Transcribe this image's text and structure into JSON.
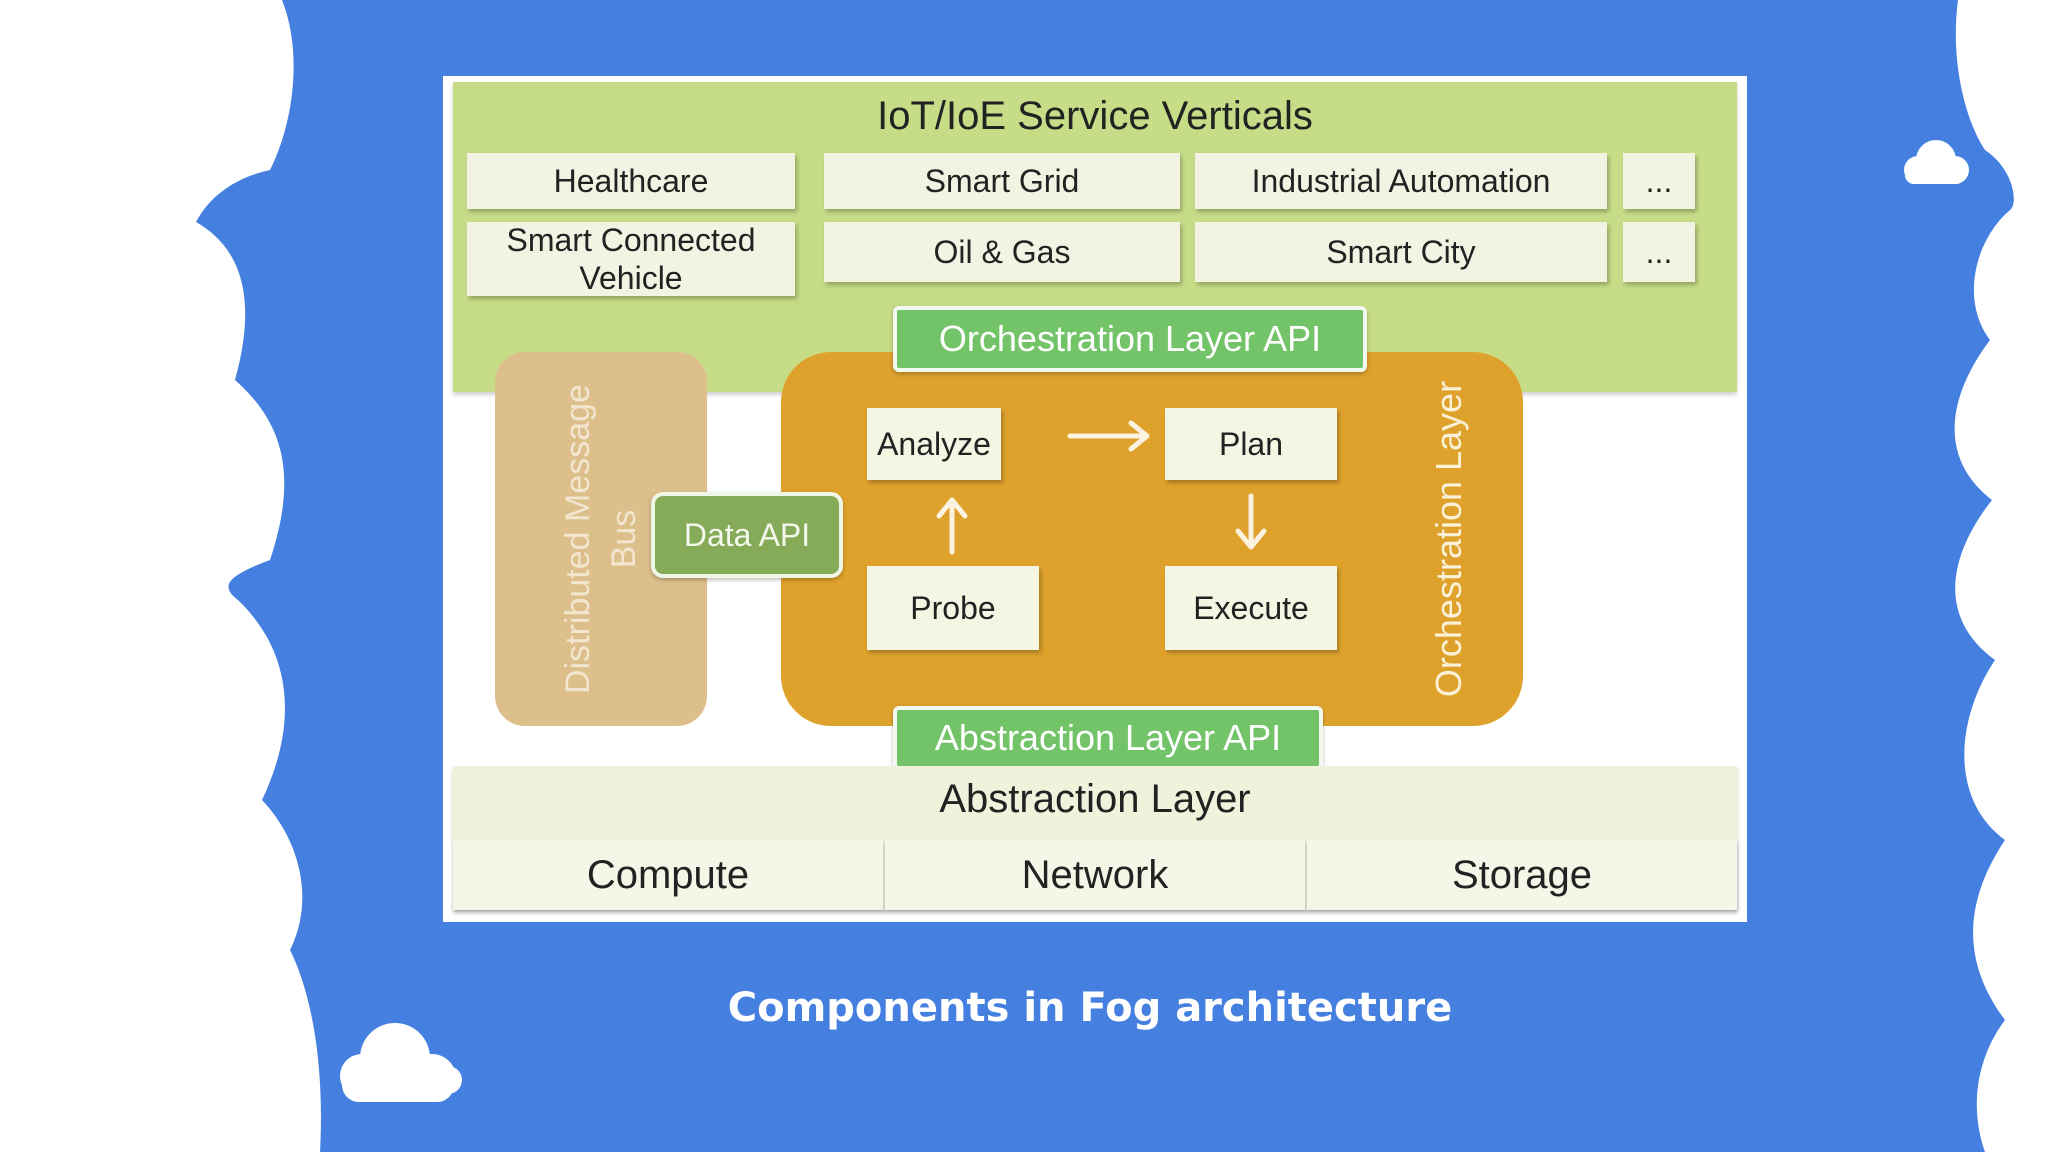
{
  "colors": {
    "background": "#4580e0",
    "cloud": "#ffffff",
    "verticals_panel": "#c6dc86",
    "cell": "#f3f3e3",
    "message_bus": "#ddbf8c",
    "orchestration": "#dea22c",
    "api_badge": "#73c469",
    "data_api": "#86ab58",
    "abstraction_layer": "#f1f2dc"
  },
  "diagram": {
    "verticals": {
      "title": "IoT/IoE Service Verticals",
      "row1": [
        "Healthcare",
        "Smart Grid",
        "Industrial Automation",
        "..."
      ],
      "row2": [
        "Smart Connected Vehicle",
        "Oil & Gas",
        "Smart City",
        "..."
      ]
    },
    "orchestration_api": "Orchestration Layer API",
    "message_bus": "Distributed Message Bus",
    "data_api": "Data API",
    "orchestration": {
      "label": "Orchestration Layer",
      "steps": {
        "analyze": "Analyze",
        "plan": "Plan",
        "probe": "Probe",
        "execute": "Execute"
      }
    },
    "abstraction_api": "Abstraction Layer API",
    "abstraction": {
      "title": "Abstraction Layer",
      "resources": [
        "Compute",
        "Network",
        "Storage"
      ]
    }
  },
  "caption": "Components in Fog architecture"
}
